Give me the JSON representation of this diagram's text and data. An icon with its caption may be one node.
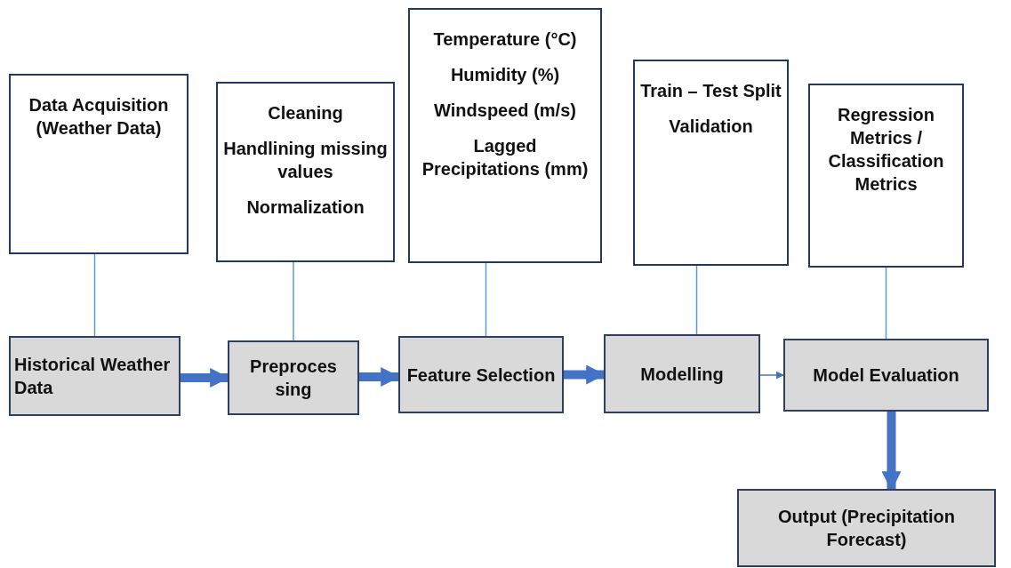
{
  "diagram": {
    "nodes": [
      {
        "text": [
          "Data Acquisition (Weather Data)"
        ]
      },
      {
        "text": [
          "Cleaning",
          "Handlining missing values",
          "Normalization"
        ]
      },
      {
        "text": [
          "Temperature (°C)",
          "Humidity (%)",
          "Windspeed (m/s)",
          "Lagged Precipitations (mm)"
        ]
      },
      {
        "text": [
          "Train – Test Split",
          "Validation"
        ]
      },
      {
        "text": [
          "Regression Metrics / Classification Metrics"
        ]
      },
      {
        "text": [
          "Historical Weather Data"
        ]
      },
      {
        "text": [
          "Preproces sing"
        ]
      },
      {
        "text": [
          "Feature Selection"
        ]
      },
      {
        "text": [
          "Modelling"
        ]
      },
      {
        "text": [
          "Model Evaluation"
        ]
      },
      {
        "text": [
          "Output (Precipitation Forecast)"
        ]
      }
    ],
    "edges": [
      {
        "from": 0,
        "to": 5,
        "arrow": "none",
        "color": "#5b9bd5"
      },
      {
        "from": 1,
        "to": 6,
        "arrow": "none",
        "color": "#5b9bd5"
      },
      {
        "from": 2,
        "to": 7,
        "arrow": "none",
        "color": "#5b9bd5"
      },
      {
        "from": 3,
        "to": 8,
        "arrow": "none",
        "color": "#5b9bd5"
      },
      {
        "from": 4,
        "to": 9,
        "arrow": "none",
        "color": "#5b9bd5"
      },
      {
        "from": 5,
        "to": 6,
        "arrow": "to",
        "style": "thick",
        "color": "#4472c4"
      },
      {
        "from": 6,
        "to": 7,
        "arrow": "to",
        "style": "thick",
        "color": "#4472c4"
      },
      {
        "from": 7,
        "to": 8,
        "arrow": "to",
        "style": "thick",
        "color": "#4472c4"
      },
      {
        "from": 8,
        "to": 9,
        "arrow": "to",
        "color": "#4472c4"
      },
      {
        "from": 9,
        "to": 10,
        "arrow": "to",
        "style": "thick",
        "color": "#4472c4"
      }
    ]
  }
}
